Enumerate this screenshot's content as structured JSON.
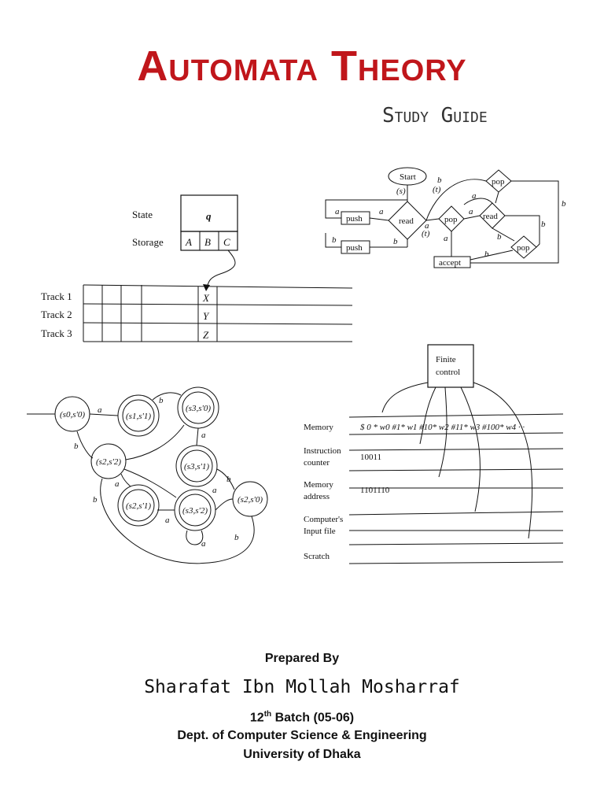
{
  "title": "Automata Theory",
  "subtitle": "Study Guide",
  "diagrams": {
    "multitrack": {
      "state_label": "State",
      "state_value": "q",
      "storage_label": "Storage",
      "storage_cells": [
        "A",
        "B",
        "C"
      ],
      "tracks": [
        {
          "label": "Track 1",
          "symbol": "X"
        },
        {
          "label": "Track 2",
          "symbol": "Y"
        },
        {
          "label": "Track 3",
          "symbol": "Z"
        }
      ]
    },
    "flowchart": {
      "start": "Start",
      "push": "push",
      "read": "read",
      "pop": "pop",
      "accept": "accept",
      "sym_a": "a",
      "sym_b": "b",
      "sym_s": "(s)",
      "sym_t": "(t)"
    },
    "product_automaton": {
      "states": [
        "(s0,s'0)",
        "(s1,s'1)",
        "(s3,s'0)",
        "(s2,s'2)",
        "(s3,s'1)",
        "(s2,s'1)",
        "(s3,s'2)",
        "(s2,s'0)"
      ],
      "sym_a": "a",
      "sym_b": "b"
    },
    "ram": {
      "control_line1": "Finite",
      "control_line2": "control",
      "memory_label": "Memory",
      "memory_content": "$ 0 * w0 #1* w1 #10* w2 #11* w3 #100* w4 ···",
      "instruction_label_1": "Instruction",
      "instruction_label_2": "counter",
      "instruction_value": "10011",
      "address_label_1": "Memory",
      "address_label_2": "address",
      "address_value": "1101110",
      "input_label_1": "Computer's",
      "input_label_2": "Input file",
      "scratch_label": "Scratch"
    }
  },
  "prepared_by": "Prepared By",
  "author": "Sharafat Ibn Mollah Mosharraf",
  "batch_ordinal": "12",
  "batch_suffix": "th",
  "batch_rest": " Batch (05-06)",
  "department": "Dept. of Computer Science & Engineering",
  "university": "University of Dhaka",
  "colors": {
    "title": "#c0161b",
    "text": "#111111"
  }
}
